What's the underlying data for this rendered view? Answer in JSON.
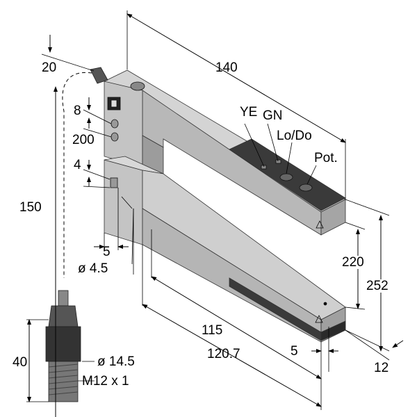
{
  "drawing": {
    "dimensions": {
      "length_140": "140",
      "cable_20": "20",
      "offset_8": "8",
      "offset_200": "200",
      "offset_4": "4",
      "cable_150": "150",
      "offset_5_left": "5",
      "hole_diameter": "ø 4.5",
      "fork_width_220": "220",
      "height_252": "252",
      "depth_115": "115",
      "depth_120_7": "120.7",
      "offset_5_right": "5",
      "thickness_12": "12",
      "connector_40": "40",
      "connector_diameter": "ø 14.5",
      "connector_thread": "M12 x 1"
    },
    "indicators": {
      "ye": "YE",
      "gn": "GN",
      "lo_do": "Lo/Do",
      "pot": "Pot."
    }
  }
}
